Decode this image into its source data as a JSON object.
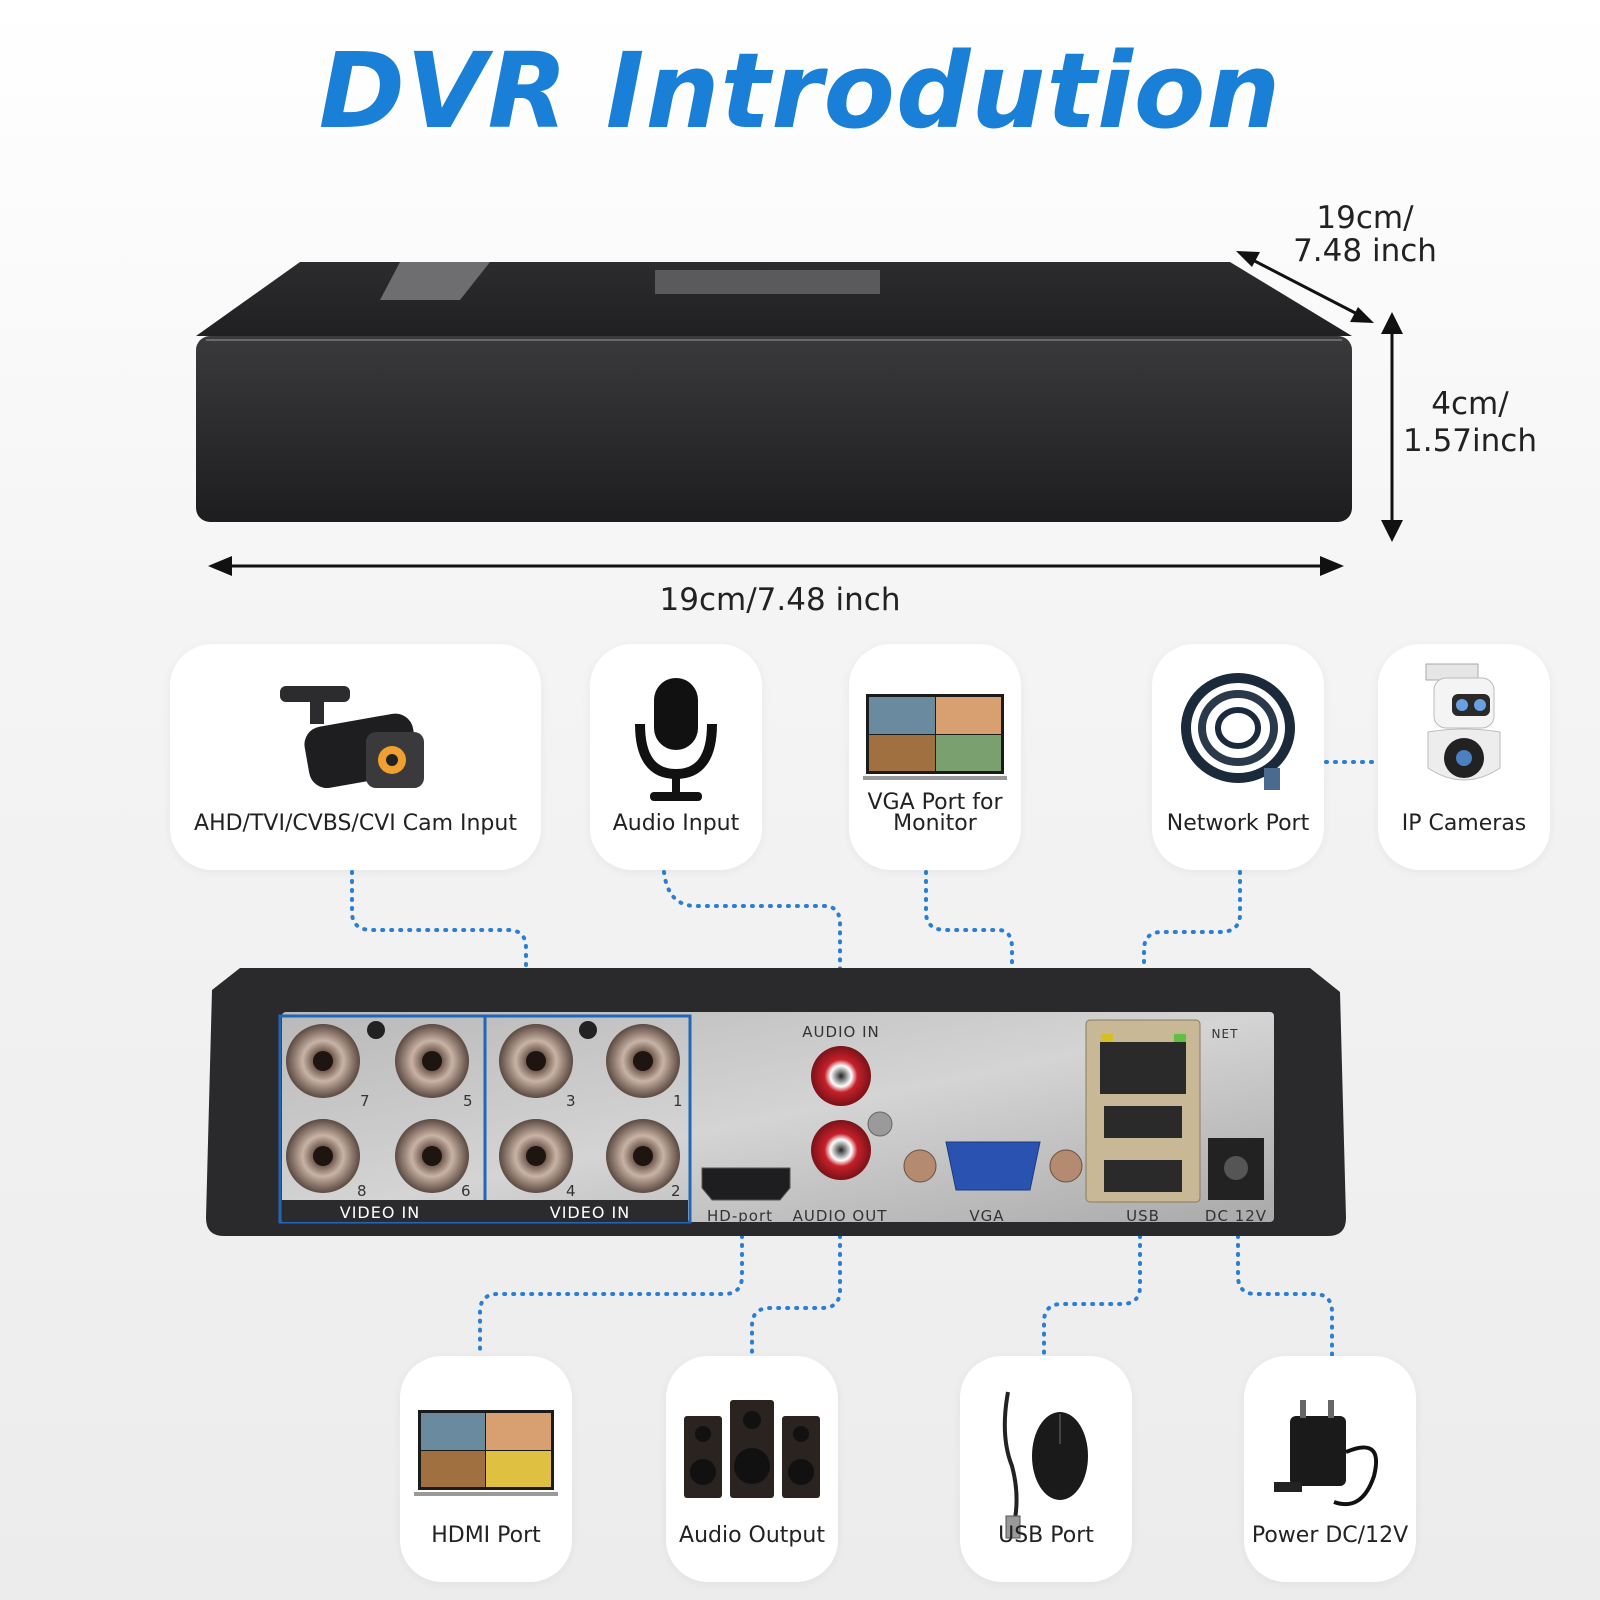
{
  "title": "DVR Introdution",
  "dimensions": {
    "depth": [
      "19cm/",
      "7.48 inch"
    ],
    "height": [
      "4cm/",
      "1.57inch"
    ],
    "width": "19cm/7.48 inch"
  },
  "top_cards": [
    {
      "label": "AHD/TVI/CVBS/CVI Cam Input",
      "icon": "bullet-camera-icon"
    },
    {
      "label": "Audio Input",
      "icon": "microphone-icon"
    },
    {
      "label": "VGA Port for Monitor",
      "icon": "monitor-icon"
    },
    {
      "label": "Network Port",
      "icon": "ethernet-cable-icon"
    },
    {
      "label": "IP Cameras",
      "icon": "ptz-camera-icon"
    }
  ],
  "bottom_cards": [
    {
      "label": "HDMI Port",
      "icon": "tv-icon"
    },
    {
      "label": "Audio Output",
      "icon": "speakers-icon"
    },
    {
      "label": "USB Port",
      "icon": "mouse-icon"
    },
    {
      "label": "Power DC/12V",
      "icon": "power-adapter-icon"
    }
  ],
  "panel_labels": {
    "video_in_left": "VIDEO IN",
    "video_in_right": "VIDEO IN",
    "bnc_numbers": [
      "7",
      "5",
      "3",
      "1",
      "8",
      "6",
      "4",
      "2"
    ],
    "audio_in": "AUDIO IN",
    "audio_out": "AUDIO OUT",
    "hd_port": "HD-port",
    "vga": "VGA",
    "usb": "USB",
    "net": "NET",
    "dc": "DC 12V"
  },
  "colors": {
    "accent": "#1a7fd6",
    "dots": "#2a7fd4",
    "device": "#2b2b2d"
  }
}
